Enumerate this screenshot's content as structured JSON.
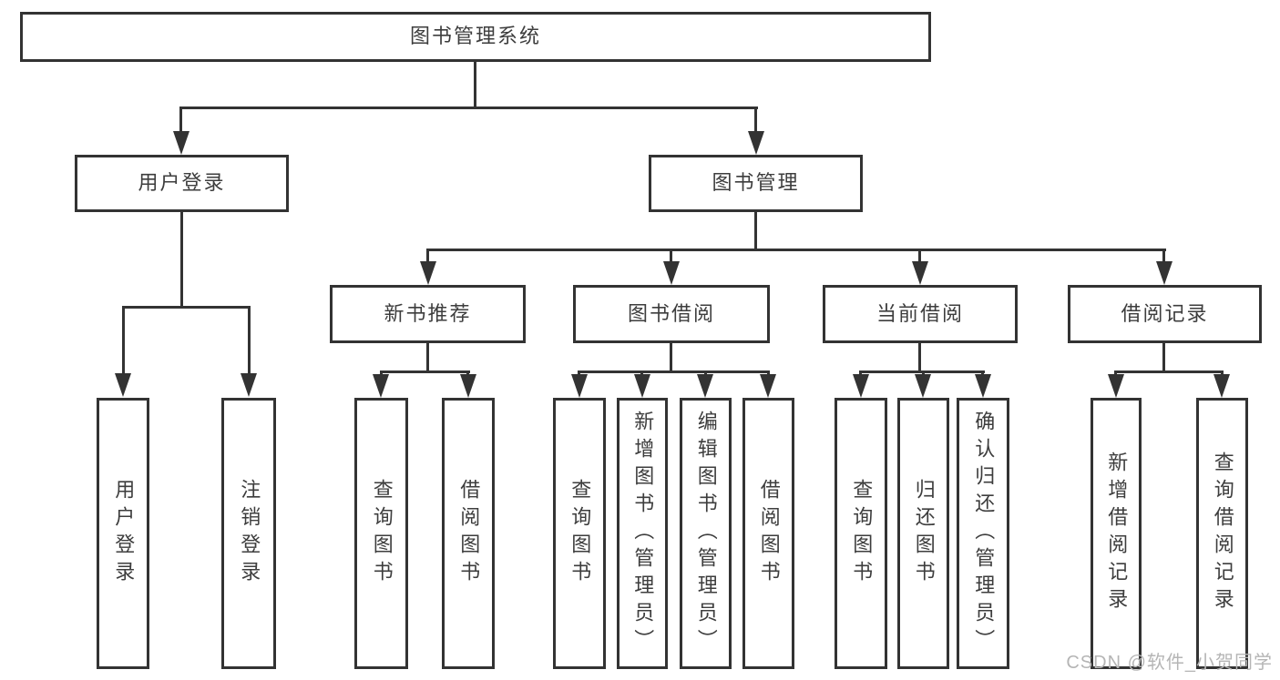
{
  "tree": {
    "label": "图书管理系统",
    "children": [
      {
        "label": "用户登录",
        "children": [
          {
            "label": "用户登录"
          },
          {
            "label": "注销登录"
          }
        ]
      },
      {
        "label": "图书管理",
        "children": [
          {
            "label": "新书推荐",
            "children": [
              {
                "label": "查询图书"
              },
              {
                "label": "借阅图书"
              }
            ]
          },
          {
            "label": "图书借阅",
            "children": [
              {
                "label": "查询图书"
              },
              {
                "label": "新增图书（管理员）"
              },
              {
                "label": "编辑图书（管理员）"
              },
              {
                "label": "借阅图书"
              }
            ]
          },
          {
            "label": "当前借阅",
            "children": [
              {
                "label": "查询图书"
              },
              {
                "label": "归还图书"
              },
              {
                "label": "确认归还（管理员）"
              }
            ]
          },
          {
            "label": "借阅记录",
            "children": [
              {
                "label": "新增借阅记录"
              },
              {
                "label": "查询借阅记录"
              }
            ]
          }
        ]
      }
    ]
  },
  "watermark": {
    "text": "CSDN @软件_小贺同学"
  },
  "colors": {
    "line": "#333333",
    "text": "#3d3d3d",
    "background": "#ffffff",
    "watermark": "#b5b5b5"
  }
}
